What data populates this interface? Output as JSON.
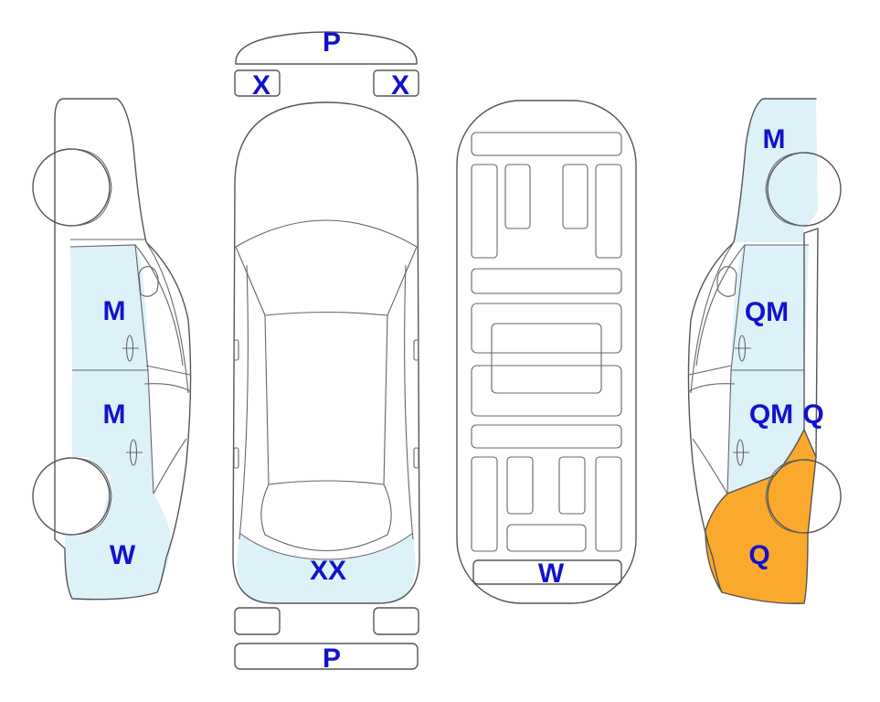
{
  "colors": {
    "damage_orange": "#FBA92D",
    "panel_light_blue": "#DDF1F9",
    "label_blue": "#1212CC",
    "outline": "#555555",
    "page_background": "#FFFFFF"
  },
  "labels": {
    "front_bumper": "P",
    "front_left_lamp": "X",
    "front_right_lamp": "X",
    "rear_bumper": "P",
    "top_rear_panel": "XX",
    "underbody_rear_panel": "W",
    "left_front_door": "M",
    "left_rear_door": "M",
    "left_rear_quarter": "W",
    "right_front_fender": "M",
    "right_front_door": "QM",
    "right_rear_door": "QM",
    "right_rocker": "Q",
    "right_rear_quarter": "Q"
  }
}
